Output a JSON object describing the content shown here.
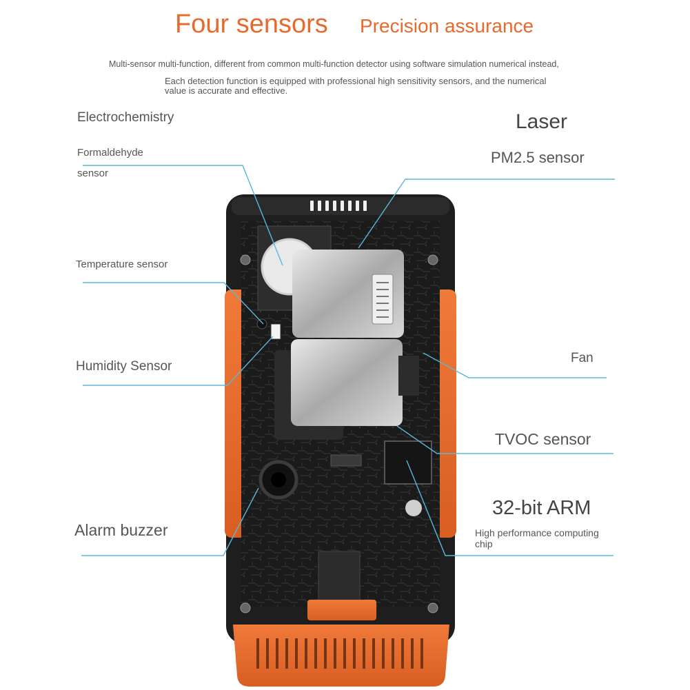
{
  "heading": {
    "title": "Four sensors",
    "subtitle": "Precision assurance"
  },
  "intro": {
    "line1": "Multi-sensor multi-function, different from common multi-function detector using software simulation numerical instead,",
    "line2": "Each detection function is equipped with professional high sensitivity sensors, and the numerical value is accurate and effective."
  },
  "labels": {
    "electrochemistry": "Electrochemistry",
    "formaldehyde_1": "Formaldehyde",
    "formaldehyde_2": "sensor",
    "temperature": "Temperature sensor",
    "humidity": "Humidity Sensor",
    "alarm": "Alarm buzzer",
    "laser": "Laser",
    "pm25": "PM2.5 sensor",
    "fan": "Fan",
    "tvoc": "TVOC sensor",
    "arm": "32-bit ARM",
    "arm_desc_1": "High performance computing",
    "arm_desc_2": "chip"
  },
  "colors": {
    "accent": "#e8692a",
    "leader_line": "#5bb8d6",
    "device_body": "#222222",
    "module_metal": "#c9c9c9"
  }
}
